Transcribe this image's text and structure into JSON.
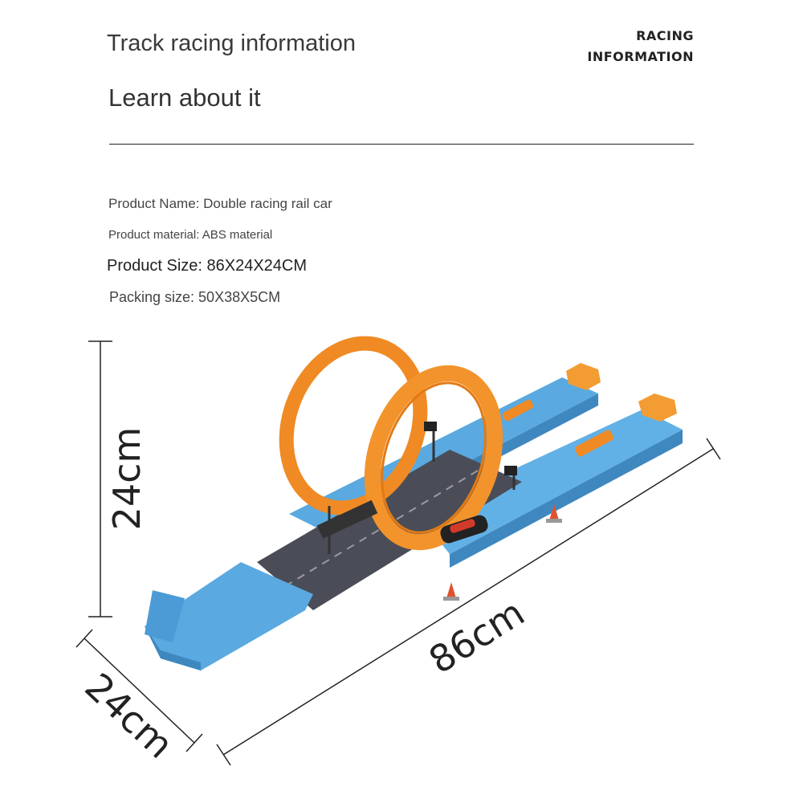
{
  "header": {
    "title": "Track racing information",
    "subtitle": "Learn about it",
    "badge_line1": "RACING",
    "badge_line2": "INFORMATION"
  },
  "specs": {
    "name": "Product Name: Double racing rail car",
    "material": "Product material: ABS material",
    "size": "Product Size: 86X24X24CM",
    "packing": "Packing size: 50X38X5CM"
  },
  "dimensions": {
    "height": "24cm",
    "length": "86cm",
    "width": "24cm"
  },
  "colors": {
    "track_blue": "#5aa9e0",
    "loop_orange": "#f08a24",
    "road_gray": "#4a4d57"
  }
}
